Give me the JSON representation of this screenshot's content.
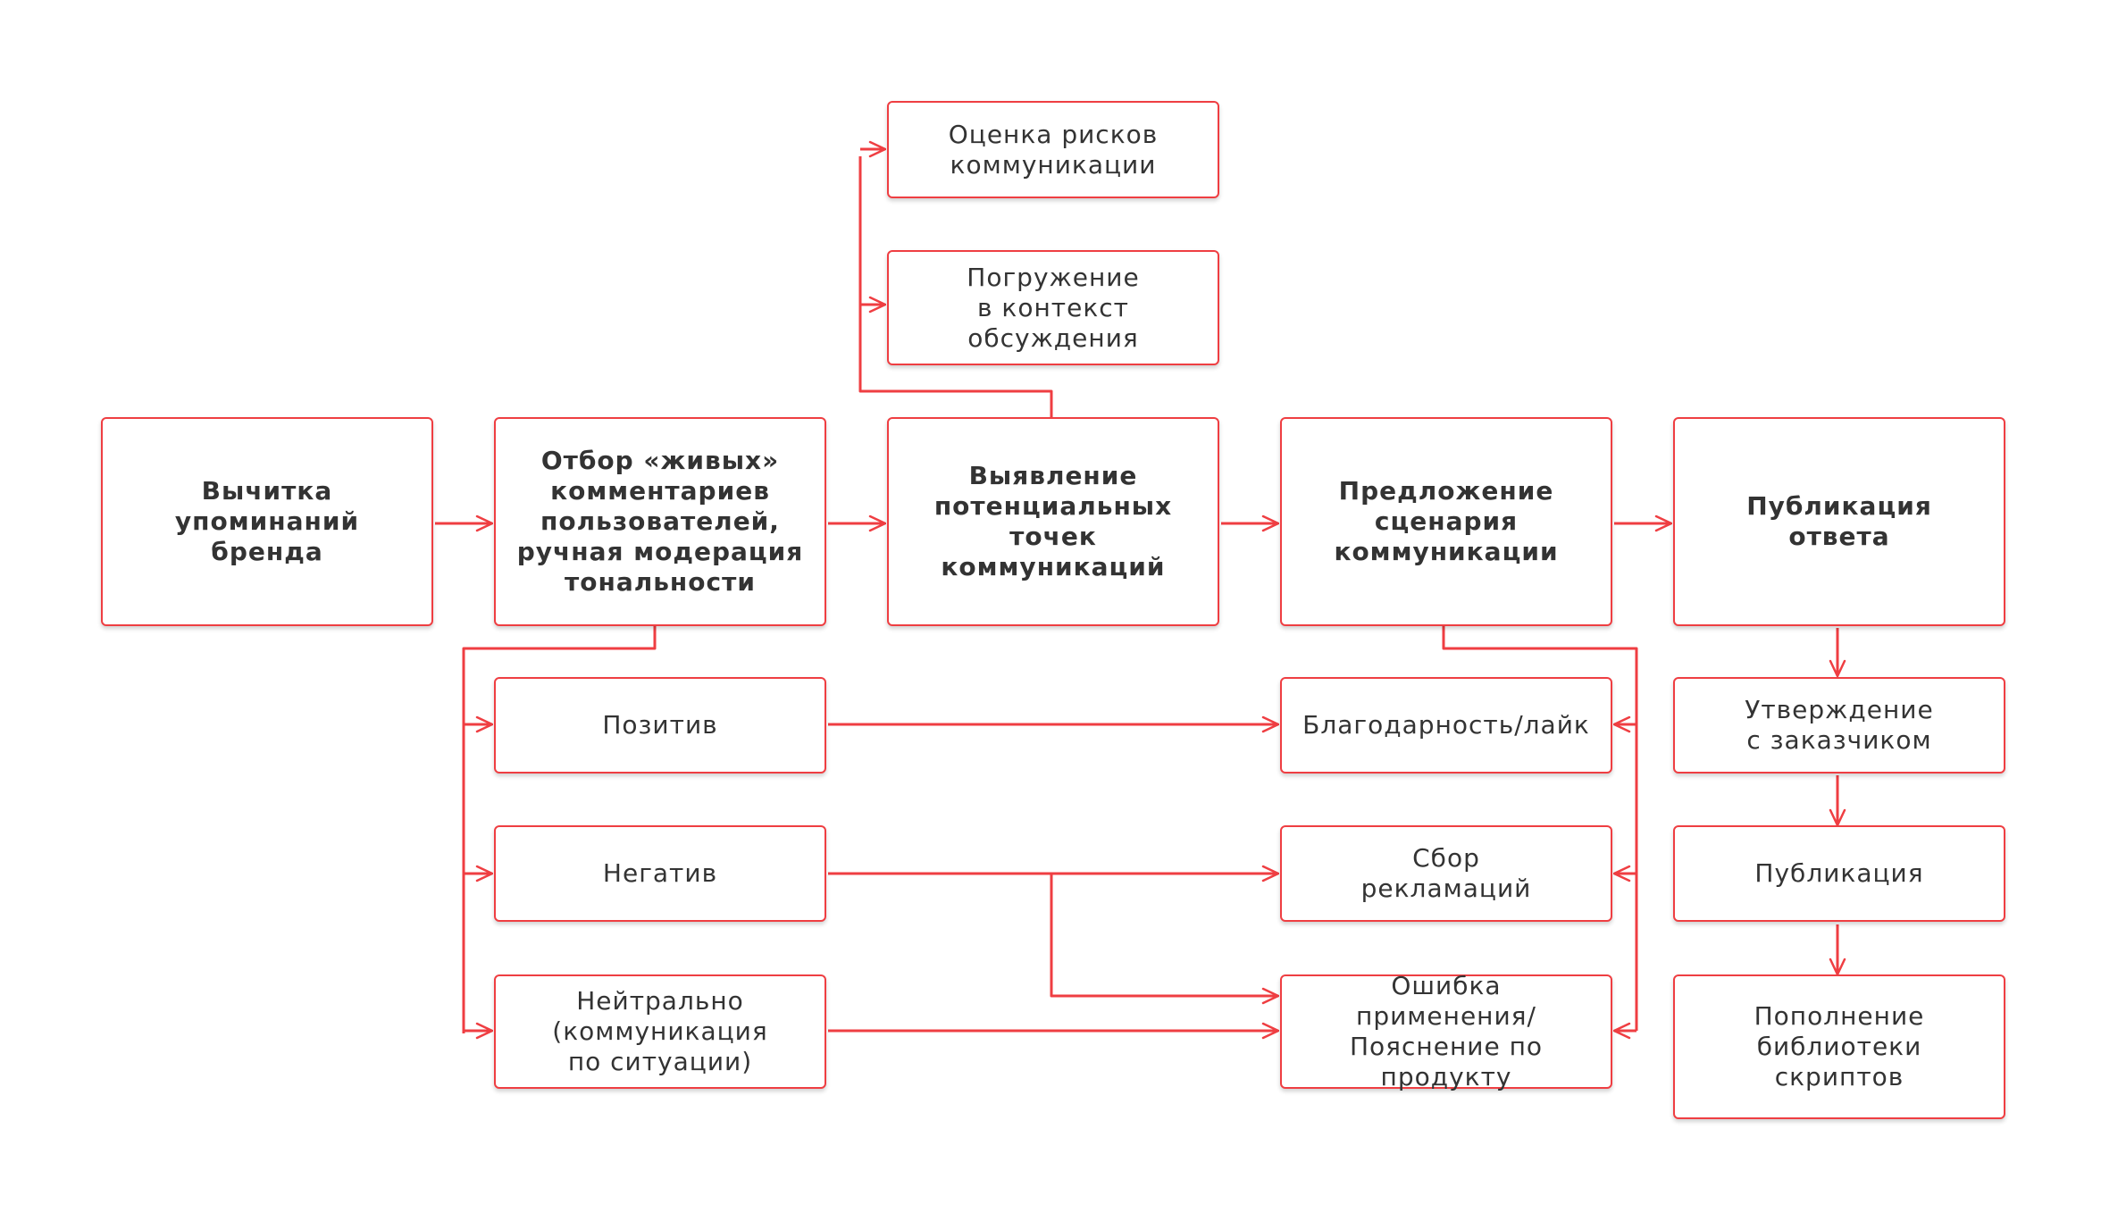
{
  "colors": {
    "accent": "#ef3e42",
    "text": "#333333"
  },
  "nodes": {
    "brand_reading": "Вычитка\nупоминаний бренда",
    "live_comments": "Отбор «живых»\nкомментариев\nпользователей,\nручная модерация\nтональности",
    "touchpoints": "Выявление\nпотенциальных\nточек\nкоммуникаций",
    "scenario": "Предложение\nсценария\nкоммуникации",
    "publish_answer": "Публикация ответа",
    "risk_assessment": "Оценка рисков\nкоммуникации",
    "context_dive": "Погружение\nв контекст\nобсуждения",
    "positive": "Позитив",
    "negative": "Негатив",
    "neutral": "Нейтрально\n(коммуникация\nпо ситуации)",
    "thanks": "Благодарность/лайк",
    "claims": "Сбор\nрекламаций",
    "usage_error": "Ошибка применения/\nПояснение по\nпродукту",
    "approval": "Утверждение\nс заказчиком",
    "publication": "Публикация",
    "scripts_library": "Пополнение\nбиблиотеки скриптов"
  }
}
